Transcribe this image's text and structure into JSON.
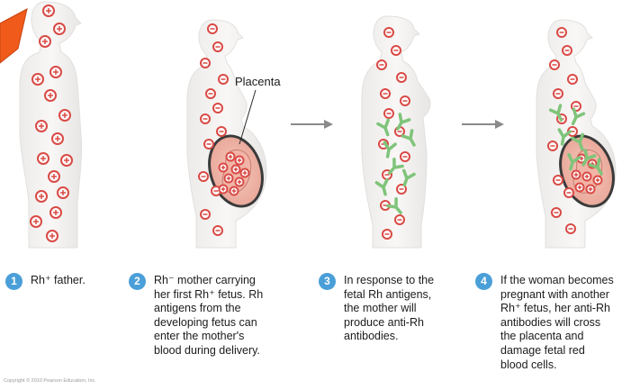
{
  "labels": {
    "placenta": "Placenta"
  },
  "panels": [
    {
      "number": "1",
      "text": "Rh⁺ father."
    },
    {
      "number": "2",
      "text": "Rh⁻ mother carrying\nher first Rh⁺ fetus.  Rh\nantigens from the\ndeveloping fetus can\nenter the mother's\nblood during delivery."
    },
    {
      "number": "3",
      "text": "In response to the\nfetal Rh antigens,\nthe mother will\nproduce anti-Rh\nantibodies."
    },
    {
      "number": "4",
      "text": "If the woman becomes\npregnant with another\nRh⁺ fetus, her anti-Rh\nantibodies will cross\nthe placenta and\ndamage fetal red\nblood cells."
    }
  ],
  "copyright": "Copyright © 2010 Pearson Education, Inc.",
  "colors": {
    "cell_red": "#d94a45",
    "antibody_green": "#7fc47a",
    "number_badge": "#4a9fd8",
    "pointer_orange": "#f05a1a",
    "arrow_gray": "#8a8a8a"
  }
}
